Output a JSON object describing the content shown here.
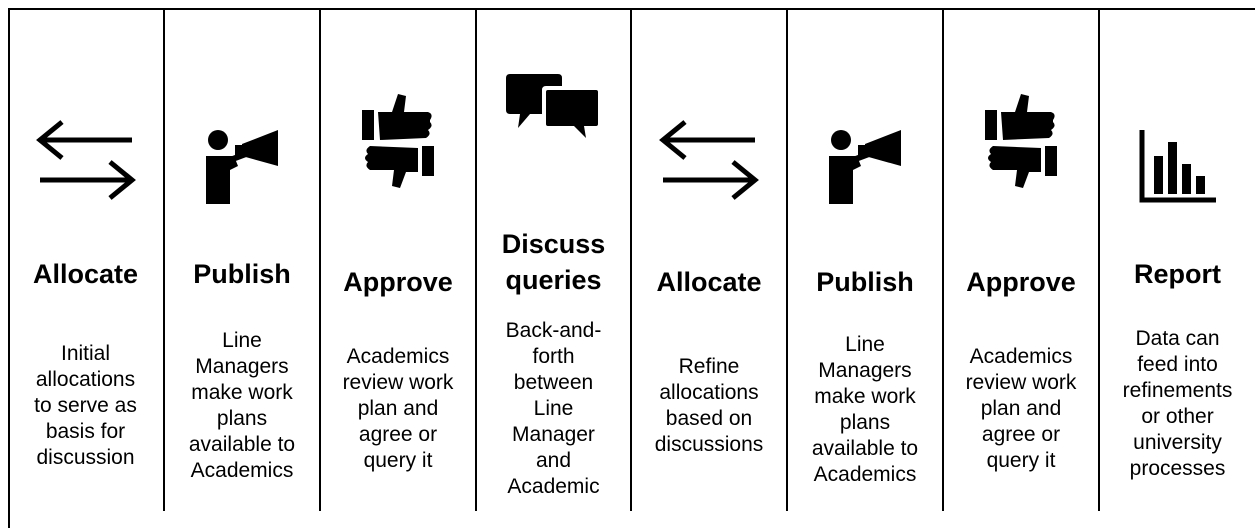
{
  "steps": [
    {
      "title": "Allocate",
      "desc": "Initial\nallocations\nto serve as\nbasis for\ndiscussion",
      "icon": "exchange-arrows-icon"
    },
    {
      "title": "Publish",
      "desc": "Line\nManagers\nmake work\nplans\navailable to\nAcademics",
      "icon": "megaphone-person-icon"
    },
    {
      "title": "Approve",
      "desc": "Academics\nreview work\nplan and\nagree or\nquery it",
      "icon": "thumbs-up-down-icon"
    },
    {
      "title": "Discuss\nqueries",
      "desc": "Back-and-\nforth\nbetween\nLine\nManager\nand\nAcademic",
      "icon": "speech-bubbles-icon"
    },
    {
      "title": "Allocate",
      "desc": "Refine\nallocations\nbased on\ndiscussions",
      "icon": "exchange-arrows-icon"
    },
    {
      "title": "Publish",
      "desc": "Line\nManagers\nmake work\nplans\navailable to\nAcademics",
      "icon": "megaphone-person-icon"
    },
    {
      "title": "Approve",
      "desc": "Academics\nreview work\nplan and\nagree or\nquery it",
      "icon": "thumbs-up-down-icon"
    },
    {
      "title": "Report",
      "desc": "Data can\nfeed into\nrefinements\nor other\nuniversity\nprocesses",
      "icon": "bar-chart-icon"
    }
  ]
}
